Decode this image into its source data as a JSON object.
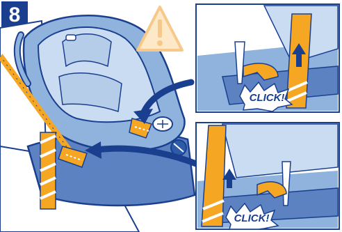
{
  "step": {
    "number": "8"
  },
  "callouts": [
    {
      "text": "CLICK!"
    },
    {
      "text": "CLICK!"
    }
  ],
  "colors": {
    "navy": "#1a3f8f",
    "seat_blue": "#8fb3dd",
    "light_blue": "#c9dcf2",
    "base_blue": "#5c82c2",
    "orange": "#f5a623",
    "warning_fill": "#fde8c8",
    "warning_stroke": "#f6c98a"
  },
  "icons": [
    "warning-icon",
    "step-badge",
    "click-starburst"
  ]
}
